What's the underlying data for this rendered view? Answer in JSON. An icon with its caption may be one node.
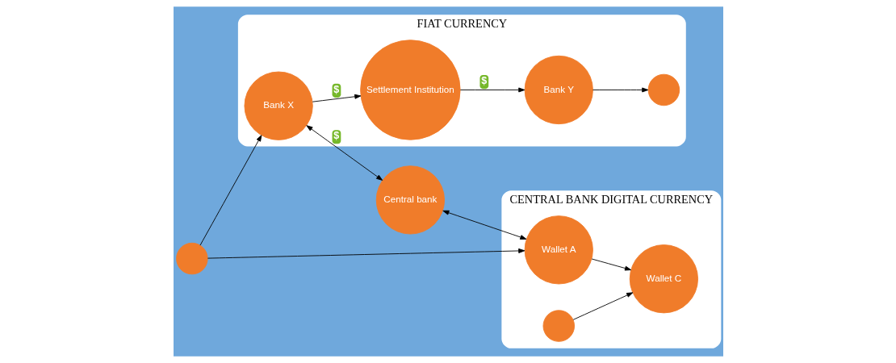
{
  "diagram": {
    "nodes": [
      {
        "text": [
          "FIAT CURRENCY"
        ]
      },
      {
        "text": [
          "Bank Y"
        ],
        "in": 0
      },
      {
        "text": [
          "Settlement Institution"
        ],
        "in": 0
      },
      {
        "text": [
          "Bank X"
        ],
        "in": 0
      },
      {
        "text": [],
        "shape": "person",
        "in": 0
      },
      {
        "text": [
          "CENTRAL BANK DIGITAL CURRENCY"
        ]
      },
      {
        "text": [
          "Central bank"
        ]
      },
      {
        "text": [
          "Wallet A"
        ],
        "in": 5
      },
      {
        "text": [
          "Wallet C"
        ],
        "in": 5
      },
      {
        "text": [],
        "shape": "person"
      },
      {
        "text": [],
        "shape": "person",
        "in": 5
      }
    ],
    "edges": [
      {
        "from": 2,
        "to": 1,
        "arrow": "to",
        "label": "$"
      },
      {
        "from": 3,
        "to": 2,
        "arrow": "to",
        "label": "$"
      },
      {
        "from": 3,
        "to": 6,
        "arrow": "both",
        "label": "$"
      },
      {
        "from": 6,
        "to": 7,
        "arrow": "both"
      },
      {
        "from": 7,
        "to": 8,
        "arrow": "to"
      },
      {
        "from": 1,
        "to": 4,
        "arrow": "to"
      },
      {
        "from": 9,
        "to": 3,
        "arrow": "to"
      },
      {
        "from": 9,
        "to": 7,
        "arrow": "to"
      },
      {
        "from": 10,
        "to": 8,
        "arrow": "to"
      }
    ]
  }
}
